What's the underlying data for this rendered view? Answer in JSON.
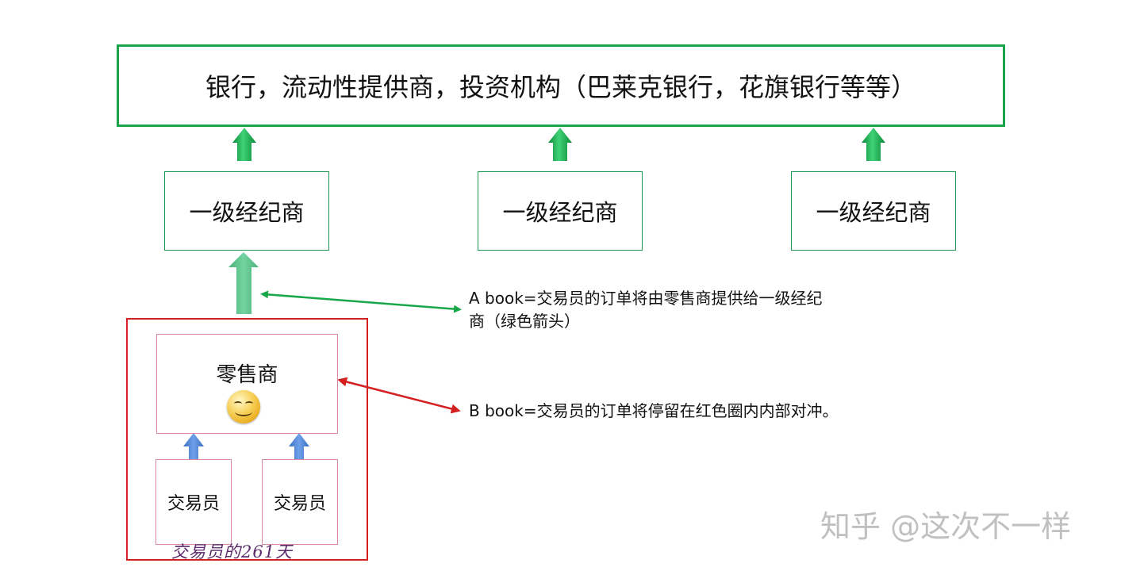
{
  "top_box": {
    "text": "银行，流动性提供商，投资机构（巴莱克银行，花旗银行等等）"
  },
  "brokers": [
    {
      "label": "一级经纪商"
    },
    {
      "label": "一级经纪商"
    },
    {
      "label": "一级经纪商"
    }
  ],
  "retailer": {
    "label": "零售商",
    "icon": "smiley-face-icon"
  },
  "traders": [
    {
      "label": "交易员"
    },
    {
      "label": "交易员"
    }
  ],
  "annotations": {
    "a_book_line1": "A book=交易员的订单将由零售商提供给一级经纪",
    "a_book_line2": "商（绿色箭头）",
    "b_book": "B book=交易员的订单将停留在红色圈内内部对冲。"
  },
  "signature": "交易员的261天",
  "watermark": "知乎 @这次不一样",
  "colors": {
    "green_border": "#1aa34a",
    "green_arrow": "#18a84a",
    "light_green_arrow": "#5cc489",
    "blue_arrow": "#4f86d8",
    "red_border": "#d42020",
    "pink_border": "#d68a9a"
  }
}
